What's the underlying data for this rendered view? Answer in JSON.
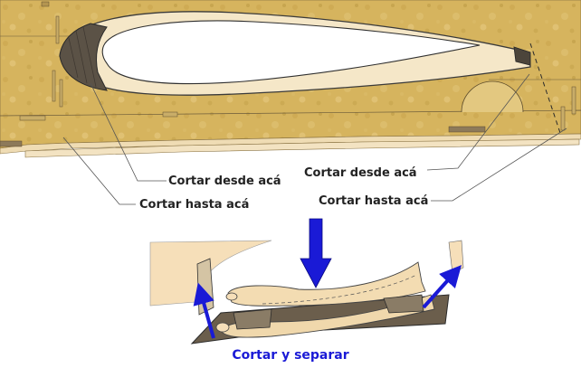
{
  "labels": {
    "cut_from_left": "Cortar desde acá",
    "cut_to_left": "Cortar hasta acá",
    "cut_from_right": "Cortar desde acá",
    "cut_to_right": "Cortar hasta acá"
  },
  "caption": "Cortar y separar",
  "colors": {
    "wood_light": "#f6dfb9",
    "wood_textured": "#d4b25a",
    "outline": "#3a3a3a",
    "dark_wood": "#6b5e4c",
    "arrow_blue": "#1a1ad6",
    "leader_line": "#555555"
  }
}
